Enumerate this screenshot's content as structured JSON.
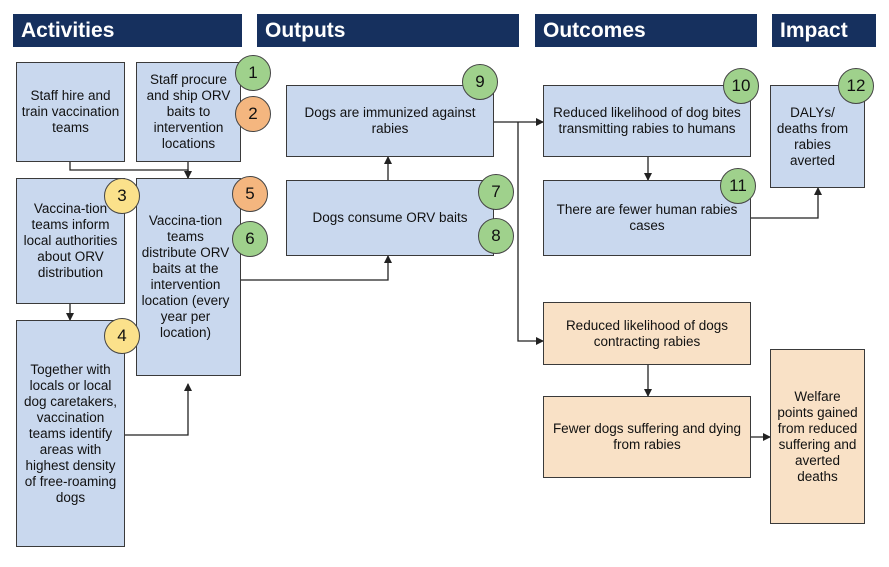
{
  "headers": {
    "activities": "Activities",
    "outputs": "Outputs",
    "outcomes": "Outcomes",
    "impact": "Impact"
  },
  "boxes": {
    "staff_hire": "Staff hire and train vaccination teams",
    "staff_procure": "Staff procure and ship ORV baits to intervention locations",
    "teams_inform": "Vaccina-tion teams inform local authorities about ORV distribution",
    "identify_areas": "Together with locals or local dog caretakers, vaccination teams identify areas with highest density of free-roaming dogs",
    "distribute": "Vaccina-tion teams distribute ORV baits at the intervention location (every year per location)",
    "immunized": "Dogs are immunized against rabies",
    "consume": "Dogs consume ORV baits",
    "reduced_bites": "Reduced likelihood of dog bites transmitting rabies to humans",
    "fewer_human": "There are fewer human rabies cases",
    "dalys": "DALYs/ deaths from rabies averted",
    "reduced_dogs": "Reduced likelihood of dogs contracting rabies",
    "fewer_dogs": "Fewer dogs suffering and dying from rabies",
    "welfare": "Welfare points gained from reduced suffering and averted deaths"
  },
  "circles": {
    "c1": "1",
    "c2": "2",
    "c3": "3",
    "c4": "4",
    "c5": "5",
    "c6": "6",
    "c7": "7",
    "c8": "8",
    "c9": "9",
    "c10": "10",
    "c11": "11",
    "c12": "12"
  },
  "colors": {
    "header_bg": "#16305e",
    "box_blue": "#c9d8ee",
    "box_tan": "#f9e1c6",
    "circle_green": "#9fd18c",
    "circle_orange": "#f4b67f",
    "circle_yellow": "#fbe18b"
  }
}
